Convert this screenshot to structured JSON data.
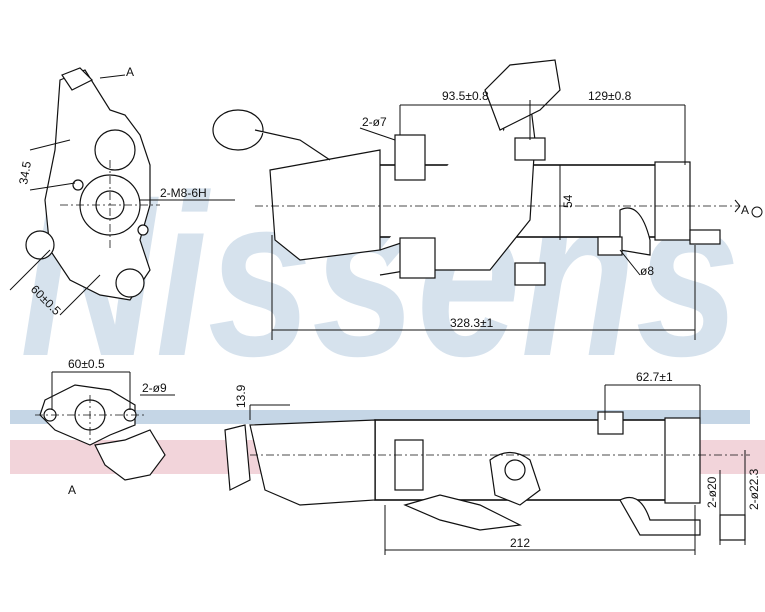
{
  "watermark": {
    "brand": "Nissens",
    "stripe_blue": "#c5d6e6",
    "stripe_pink": "#f2d4da"
  },
  "top_left_view": {
    "detail_label": "A",
    "dim_height": "34.5",
    "thread_callout": "2-M8-6H",
    "dim_flange": "60±0.5"
  },
  "top_view": {
    "hole_callout": "2-ø7",
    "dim_a": "93.5±0.8",
    "dim_b": "129±0.8",
    "dim_height": "54",
    "pipe_callout": "ø8",
    "dim_length": "328.3±1",
    "view_arrow_label": "A"
  },
  "detail_a": {
    "dim_width": "60±0.5",
    "hole_callout": "2-ø9",
    "label": "A"
  },
  "side_view": {
    "dim_offset": "13.9",
    "dim_bracket": "62.7±1",
    "pipe_inner": "2-ø20",
    "pipe_outer": "2-ø22.3",
    "dim_length": "212"
  }
}
